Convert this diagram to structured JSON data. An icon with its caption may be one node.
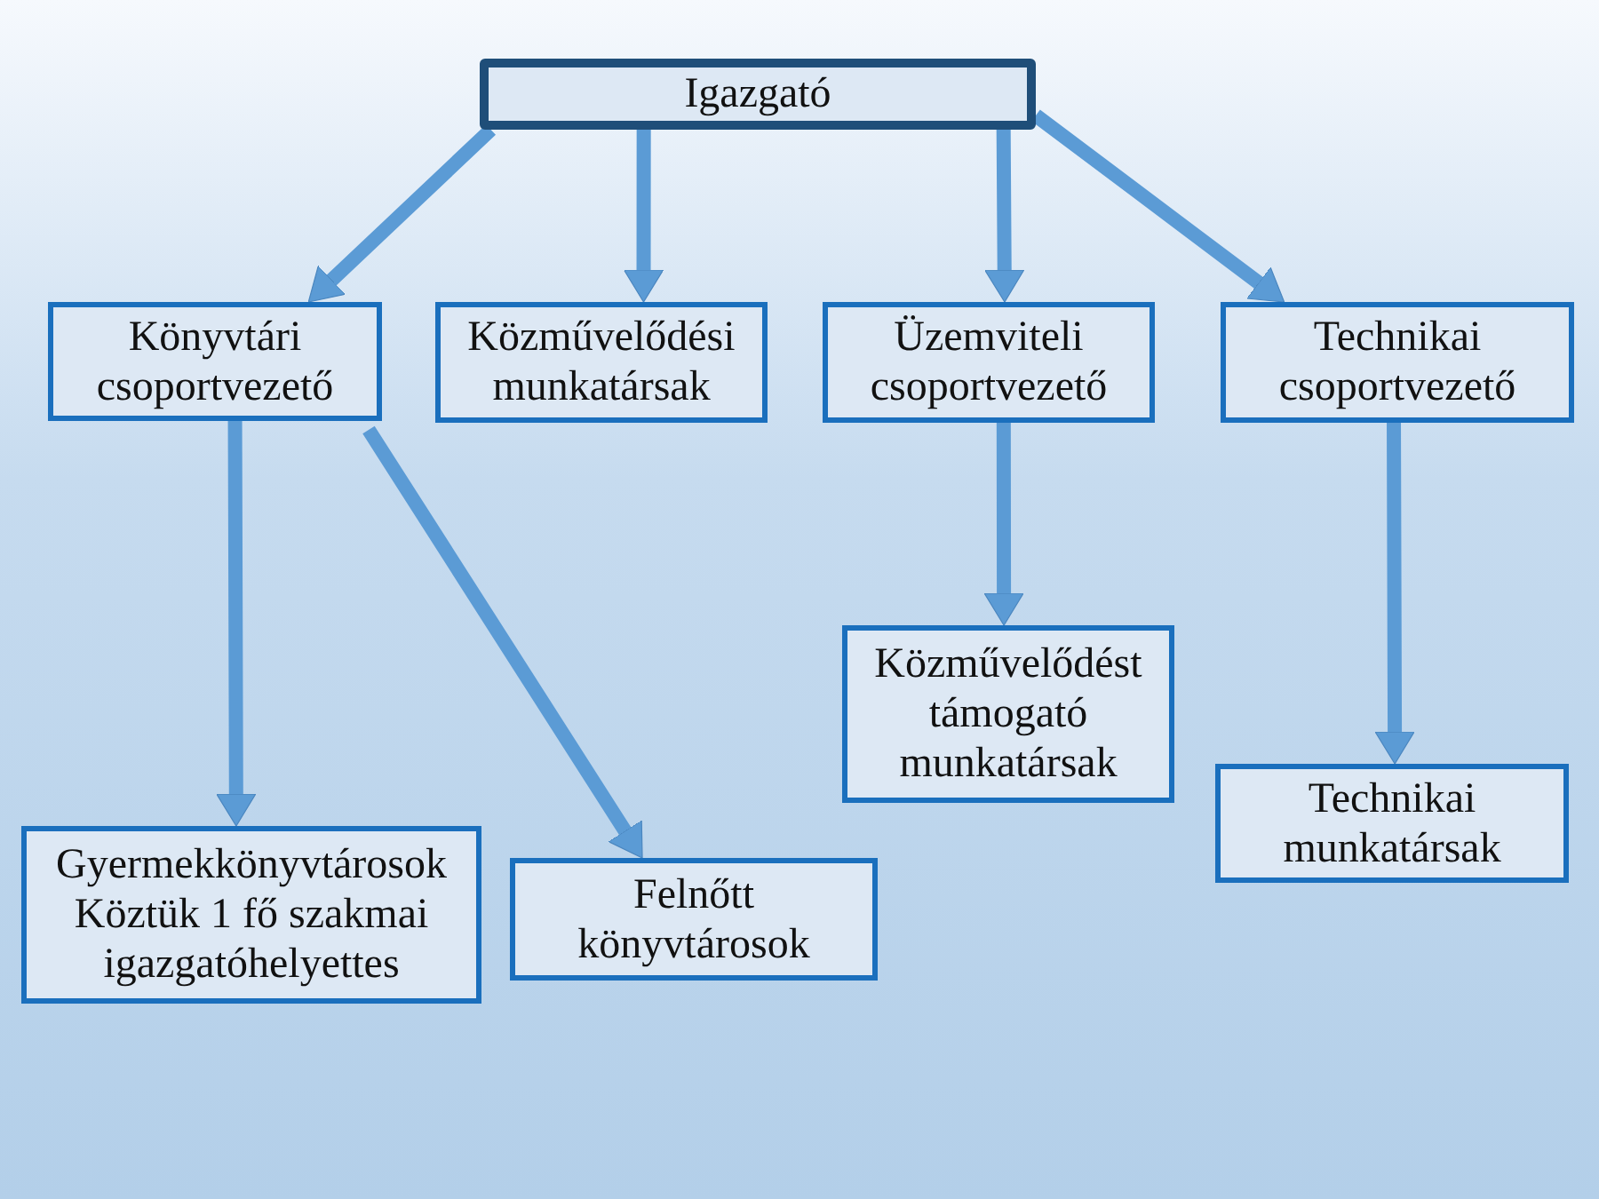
{
  "diagram": {
    "nodes": [
      {
        "text": [
          "Igazgató"
        ]
      },
      {
        "text": [
          "Könyvtári csoportvezető"
        ]
      },
      {
        "text": [
          "Közművelődési munkatársak"
        ]
      },
      {
        "text": [
          "Üzemviteli csoportvezető"
        ]
      },
      {
        "text": [
          "Technikai csoportvezető"
        ]
      },
      {
        "text": [
          "Gyermekkönyvtárosok",
          "Köztük 1 fő szakmai igazgatóhelyettes"
        ]
      },
      {
        "text": [
          "Felnőtt könyvtárosok"
        ]
      },
      {
        "text": [
          "Közművelődést támogató munkatársak"
        ]
      },
      {
        "text": [
          "Technikai munkatársak"
        ]
      }
    ],
    "edges": [
      {
        "from": 0,
        "to": 1,
        "arrow": "to"
      },
      {
        "from": 0,
        "to": 2,
        "arrow": "to"
      },
      {
        "from": 0,
        "to": 3,
        "arrow": "to"
      },
      {
        "from": 0,
        "to": 4,
        "arrow": "to"
      },
      {
        "from": 1,
        "to": 5,
        "arrow": "to"
      },
      {
        "from": 1,
        "to": 6,
        "arrow": "to"
      },
      {
        "from": 3,
        "to": 7,
        "arrow": "to"
      },
      {
        "from": 4,
        "to": 8,
        "arrow": "to"
      }
    ]
  }
}
